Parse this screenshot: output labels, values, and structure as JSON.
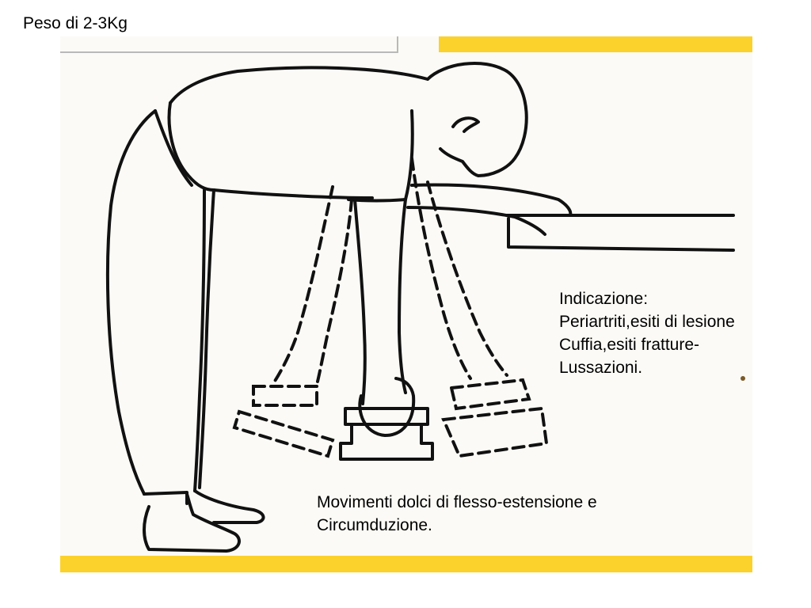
{
  "slide": {
    "title": "Peso di 2-3Kg",
    "indication": {
      "lines": [
        "Indicazione:",
        "Periartriti,esiti di lesione",
        "Cuffia,esiti fratture-",
        "Lussazioni."
      ]
    },
    "movements": {
      "lines": [
        "Movimenti dolci di flesso-estensione e",
        "Circumduzione."
      ]
    }
  },
  "colors": {
    "accent_bar": "#fbd22c",
    "line_art": "#111111",
    "paper": "#fbfaf6"
  },
  "illustration": {
    "icon": "pendulum-exercise-illustration-icon"
  }
}
